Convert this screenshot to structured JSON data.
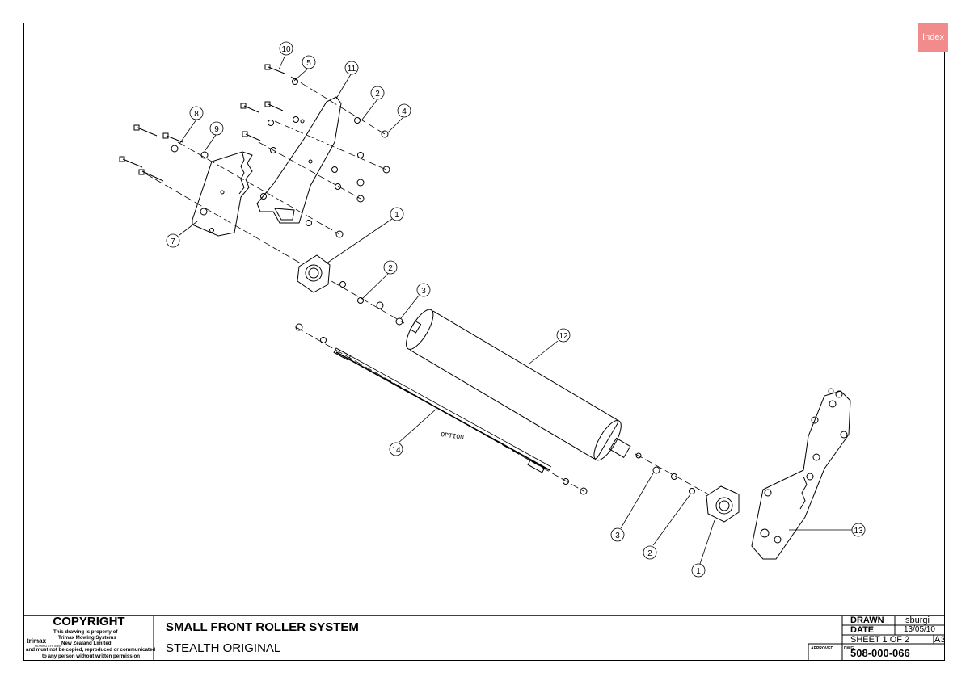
{
  "index_button": {
    "label": "Index",
    "color": "#f28b8b"
  },
  "copyright": {
    "heading": "COPYRIGHT",
    "line1": "This drawing is property of",
    "line2": "Trimax Mowing Systems",
    "line3": "New Zealand Limited",
    "line4": "and must not be copied, reproduced or communicated",
    "line5": "to any person without written permission",
    "logo_text": "trimax",
    "logo_sub": "MOWING SYSTEMS"
  },
  "title": {
    "main": "SMALL FRONT ROLLER SYSTEM",
    "sub": "STEALTH ORIGINAL"
  },
  "title_block": {
    "drawn_label": "DRAWN",
    "drawn_value": "sburgi",
    "date_label": "DATE",
    "date_value": "13/05/10",
    "sheet": "SHEET 1 OF 2",
    "size": "A3",
    "approved_label": "APPROVED",
    "dwg_label": "DWG",
    "dwg_number": "508-000-066"
  },
  "callouts": [
    "10",
    "5",
    "11",
    "2",
    "4",
    "8",
    "9",
    "7",
    "1",
    "2",
    "3",
    "12",
    "14",
    "3",
    "2",
    "1",
    "13"
  ],
  "annotation": "OPTION"
}
